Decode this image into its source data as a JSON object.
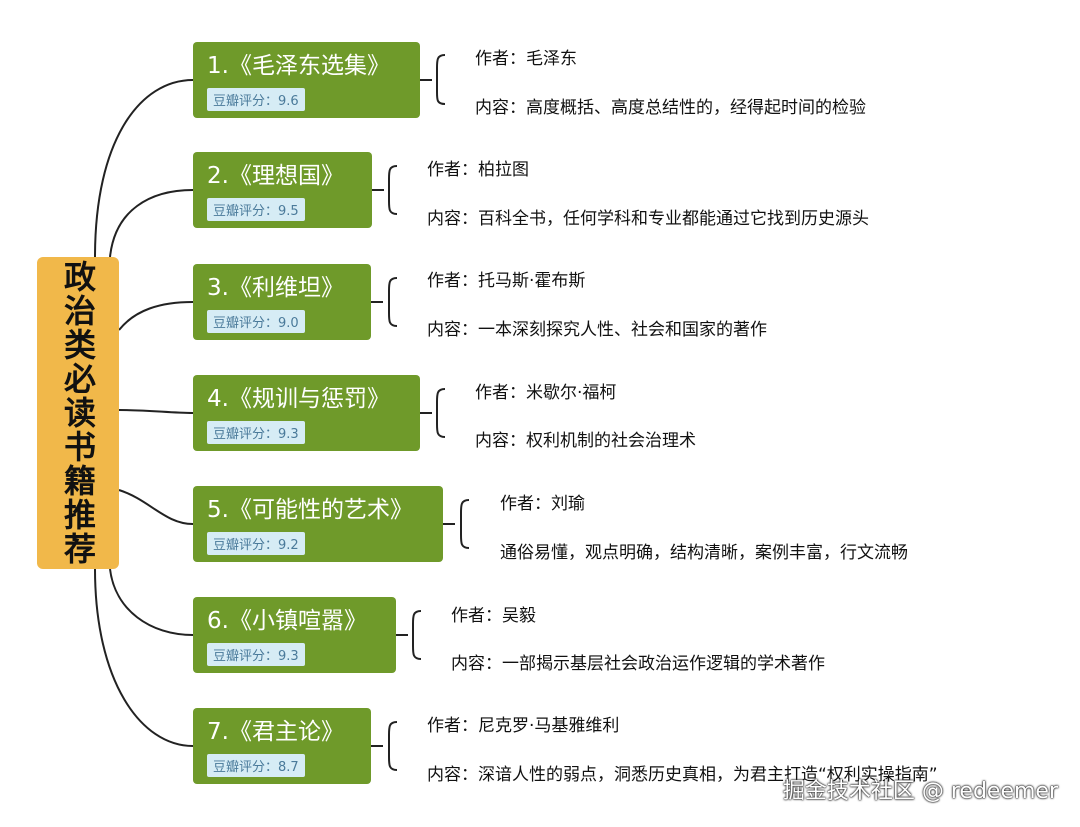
{
  "root": {
    "title": "政治类必读书籍推荐"
  },
  "books": [
    {
      "title": "1.《毛泽东选集》",
      "rating": "豆瓣评分：9.6",
      "author": "作者：毛泽东",
      "content": "内容：高度概括、高度总结性的，经得起时间的检验"
    },
    {
      "title": "2.《理想国》",
      "rating": "豆瓣评分：9.5",
      "author": "作者：柏拉图",
      "content": "内容：百科全书，任何学科和专业都能通过它找到历史源头"
    },
    {
      "title": "3.《利维坦》",
      "rating": "豆瓣评分：9.0",
      "author": "作者：托马斯·霍布斯",
      "content": "内容：一本深刻探究人性、社会和国家的著作"
    },
    {
      "title": "4.《规训与惩罚》",
      "rating": "豆瓣评分：9.3",
      "author": "作者：米歇尔·福柯",
      "content": "内容：权利机制的社会治理术"
    },
    {
      "title": "5.《可能性的艺术》",
      "rating": "豆瓣评分：9.2",
      "author": "作者：刘瑜",
      "content": "通俗易懂，观点明确，结构清晰，案例丰富，行文流畅"
    },
    {
      "title": "6.《小镇喧嚣》",
      "rating": "豆瓣评分：9.3",
      "author": "作者：吴毅",
      "content": "内容：一部揭示基层社会政治运作逻辑的学术著作"
    },
    {
      "title": "7.《君主论》",
      "rating": "豆瓣评分：8.7",
      "author": "作者：尼克罗·马基雅维利",
      "content": "内容：深谙人性的弱点，洞悉历史真相，为君主打造“权利实操指南”"
    }
  ],
  "watermark": "掘金技术社区 @ redeemer"
}
